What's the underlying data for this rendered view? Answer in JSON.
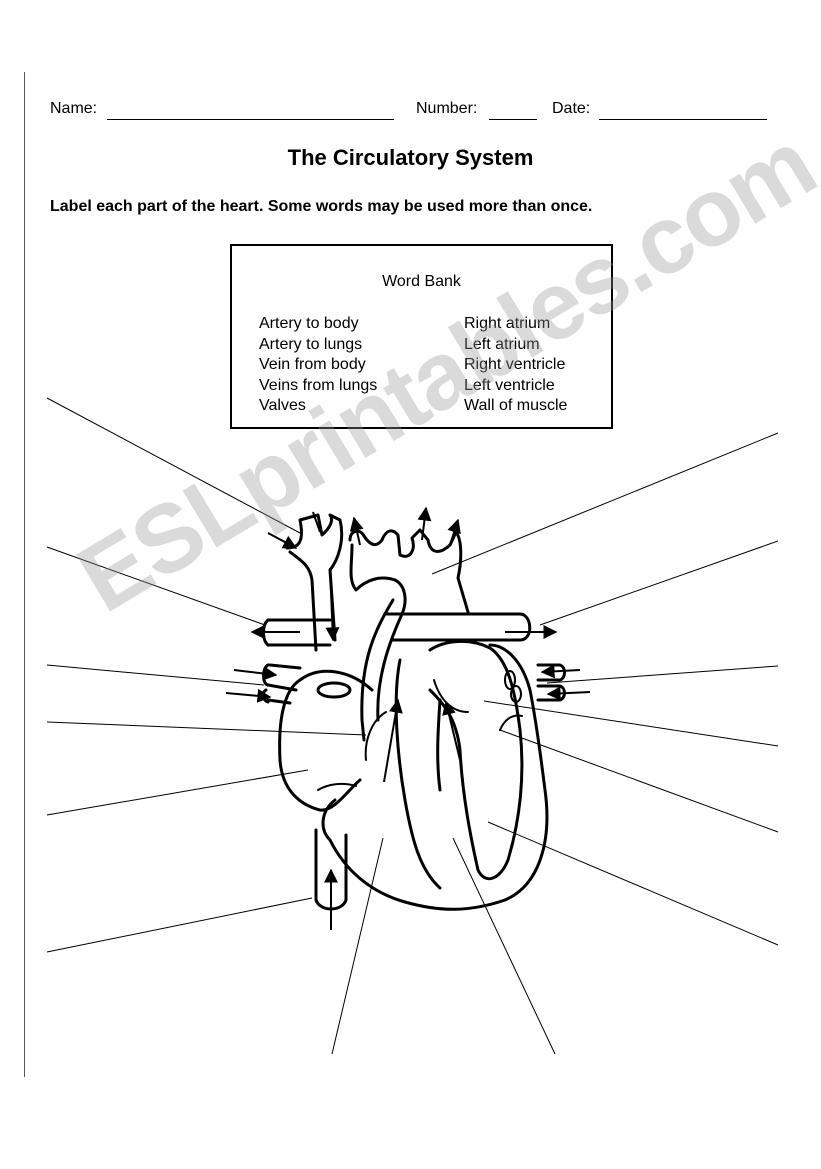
{
  "header": {
    "name_label": "Name:",
    "number_label": "Number:",
    "date_label": "Date:"
  },
  "title": "The Circulatory System",
  "instructions": "Label each part of the heart.  Some words may be used more than once.",
  "word_bank": {
    "title": "Word Bank",
    "left_column": [
      "Artery to body",
      "Artery to lungs",
      "Vein from body",
      "Veins from lungs",
      "Valves"
    ],
    "right_column": [
      "Right atrium",
      "Left atrium",
      "Right ventricle",
      "Left ventricle",
      "Wall of muscle"
    ]
  },
  "watermark": "ESLprintables.com"
}
